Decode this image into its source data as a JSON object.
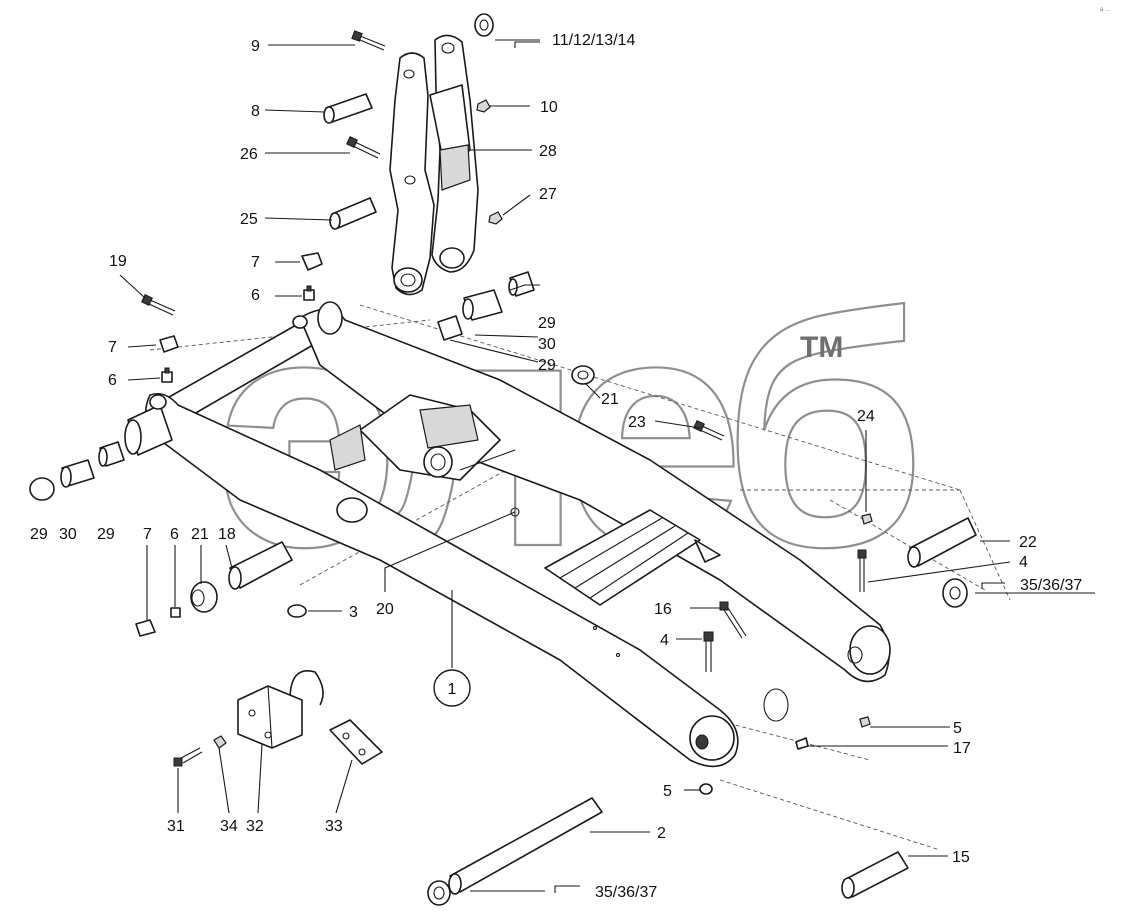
{
  "diagram": {
    "watermark": "элеб",
    "trademark": "TM",
    "corner_mark": "a ...",
    "part_numbers": {
      "p1": "1",
      "p2": "2",
      "p3": "3",
      "p4a": "4",
      "p4b": "4",
      "p5a": "5",
      "p5b": "5",
      "p6a": "6",
      "p6b": "6",
      "p6c": "6",
      "p7a": "7",
      "p7b": "7",
      "p7c": "7",
      "p8": "8",
      "p9": "9",
      "p10": "10",
      "p15": "15",
      "p16": "16",
      "p17": "17",
      "p18": "18",
      "p19": "19",
      "p20": "20",
      "p21a": "21",
      "p21b": "21",
      "p22": "22",
      "p23": "23",
      "p24": "24",
      "p25": "25",
      "p26": "26",
      "p27": "27",
      "p28": "28",
      "p29a": "29",
      "p29b": "29",
      "p29c": "29",
      "p29d": "29",
      "p30a": "30",
      "p30b": "30",
      "p31": "31",
      "p32": "32",
      "p33": "33",
      "p34": "34"
    },
    "references": {
      "ref_top": "11/12/13/14",
      "ref_right": "35/36/37",
      "ref_bottom": "35/36/37"
    }
  }
}
